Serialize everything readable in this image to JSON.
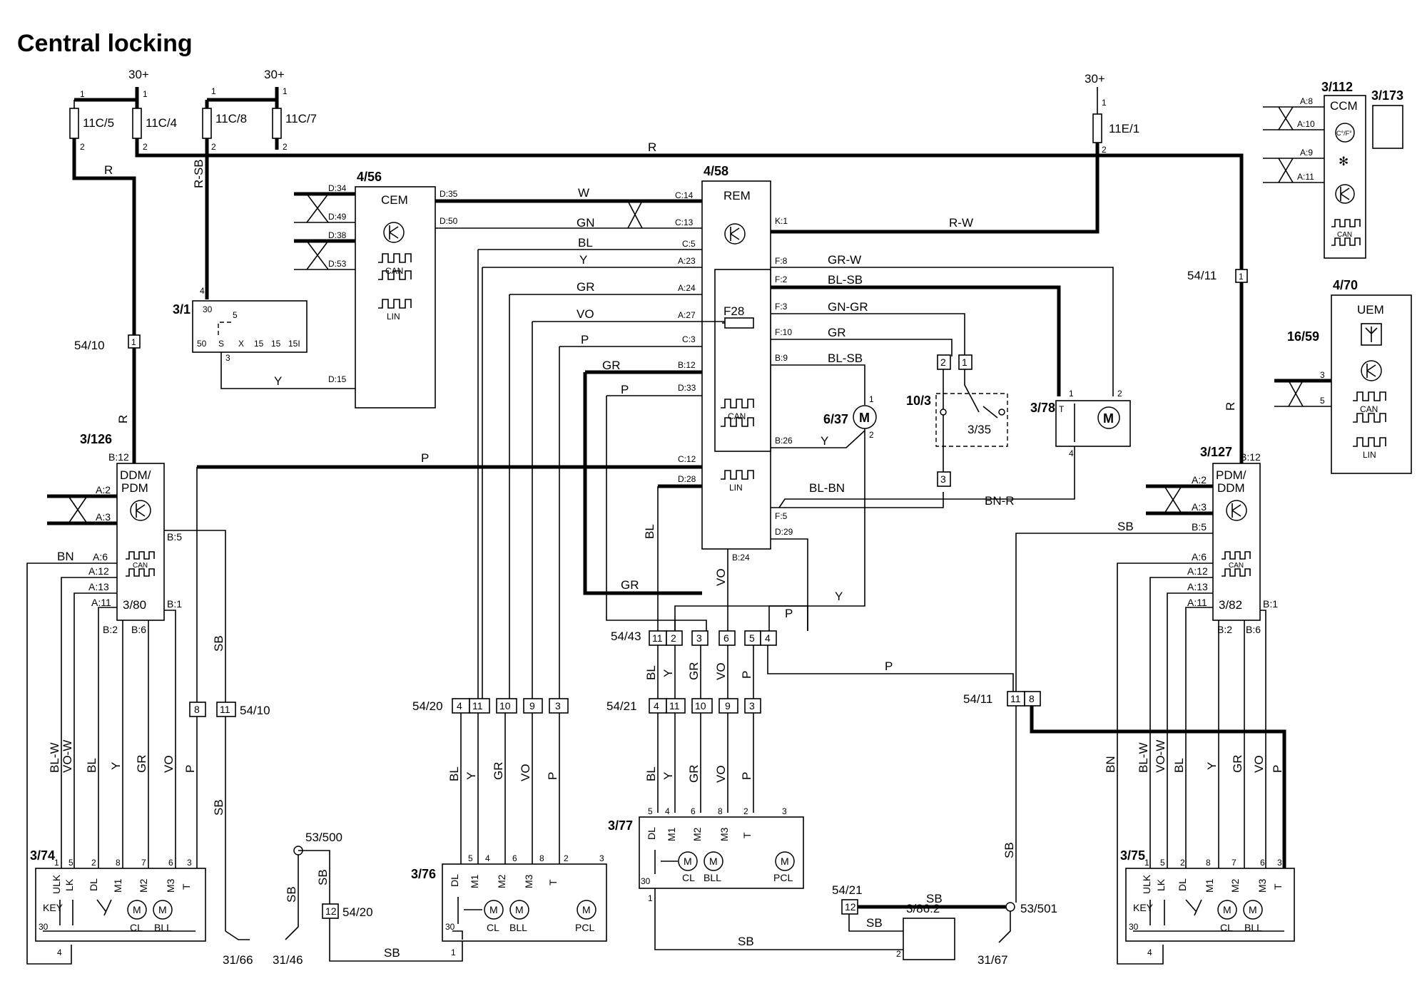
{
  "title": "Central locking",
  "supply": {
    "plus30": "30+"
  },
  "fuses": {
    "f11c5": "11C/5",
    "f11c4": "11C/4",
    "f11c8": "11C/8",
    "f11c7": "11C/7",
    "f11e1": "11E/1",
    "f28": "F28",
    "pin1": "1",
    "pin2": "2"
  },
  "connectors": {
    "c3_1": "3/1",
    "c3_126": "3/126",
    "c3_127": "3/127",
    "c3_74": "3/74",
    "c3_75": "3/75",
    "c3_76": "3/76",
    "c3_77": "3/77",
    "c3_78": "3/78",
    "c3_80": "3/80",
    "c3_82": "3/82",
    "c3_35": "3/35",
    "c3_86_2": "3/86:2",
    "c3_112": "3/112",
    "c3_173": "3/173",
    "c4_56": "4/56",
    "c4_58": "4/58",
    "c4_70": "4/70",
    "c6_37": "6/37",
    "c10_3": "10/3",
    "c16_59": "16/59",
    "c54_10": "54/10",
    "c54_11": "54/11",
    "c54_20": "54/20",
    "c54_21": "54/21",
    "c54_43": "54/43",
    "c53_500": "53/500",
    "c53_501": "53/501",
    "c31_66": "31/66",
    "c31_46": "31/46",
    "c31_67": "31/67"
  },
  "modules": {
    "cem": "CEM",
    "rem": "REM",
    "ccm": "CCM",
    "uem": "UEM",
    "ddm1": "DDM/",
    "pdm1": "PDM",
    "pdm2": "PDM/",
    "ddm2": "DDM",
    "can": "CAN",
    "lin": "LIN",
    "ccm_temp": "C°/F°"
  },
  "pins": {
    "d34": "D:34",
    "d49": "D:49",
    "d38": "D:38",
    "d53": "D:53",
    "d35": "D:35",
    "d50": "D:50",
    "d15": "D:15",
    "c14": "C:14",
    "c13": "C:13",
    "c5": "C:5",
    "a23": "A:23",
    "a24": "A:24",
    "a27": "A:27",
    "c3": "C:3",
    "b12": "B:12",
    "d33": "D:33",
    "c12": "C:12",
    "d28": "D:28",
    "b24": "B:24",
    "k1": "K:1",
    "f8": "F:8",
    "f2": "F:2",
    "f3": "F:3",
    "f10": "F:10",
    "b9": "B:9",
    "b26": "B:26",
    "f5": "F:5",
    "d29": "D:29",
    "a8": "A:8",
    "a10": "A:10",
    "a9": "A:9",
    "a11": "A:11",
    "a2": "A:2",
    "a3": "A:3",
    "b5": "B:5",
    "a6": "A:6",
    "a12": "A:12",
    "a13": "A:13",
    "b1": "B:1",
    "b2": "B:2",
    "b6": "B:6",
    "p30": "30",
    "p5": "5",
    "p50": "50",
    "pS": "S",
    "pX": "X",
    "p15": "15",
    "p15I": "15I",
    "p3": "3",
    "p4": "4",
    "pT": "T",
    "pM": "M",
    "n1": "1",
    "n2": "2",
    "n3": "3",
    "n4": "4",
    "n5": "5",
    "n6": "6",
    "n7": "7",
    "n8": "8",
    "n9": "9",
    "n10": "10",
    "n11": "11",
    "n12": "12"
  },
  "wires": {
    "R": "R",
    "RSB": "R-SB",
    "W": "W",
    "GN": "GN",
    "BL": "BL",
    "Y": "Y",
    "GR": "GR",
    "VO": "VO",
    "P": "P",
    "RW": "R-W",
    "GRW": "GR-W",
    "BLSB": "BL-SB",
    "GNGR": "GN-GR",
    "BLBN": "BL-BN",
    "BNR": "BN-R",
    "BN": "BN",
    "SB": "SB",
    "BLW": "BL-W",
    "VOW": "VO-W"
  },
  "lock": {
    "ulk": "ULK",
    "lk": "LK",
    "dl": "DL",
    "m1": "M1",
    "m2": "M2",
    "m3": "M3",
    "t": "T",
    "key": "KEY",
    "cl": "CL",
    "bll": "BLL",
    "pcl": "PCL",
    "m": "M"
  }
}
